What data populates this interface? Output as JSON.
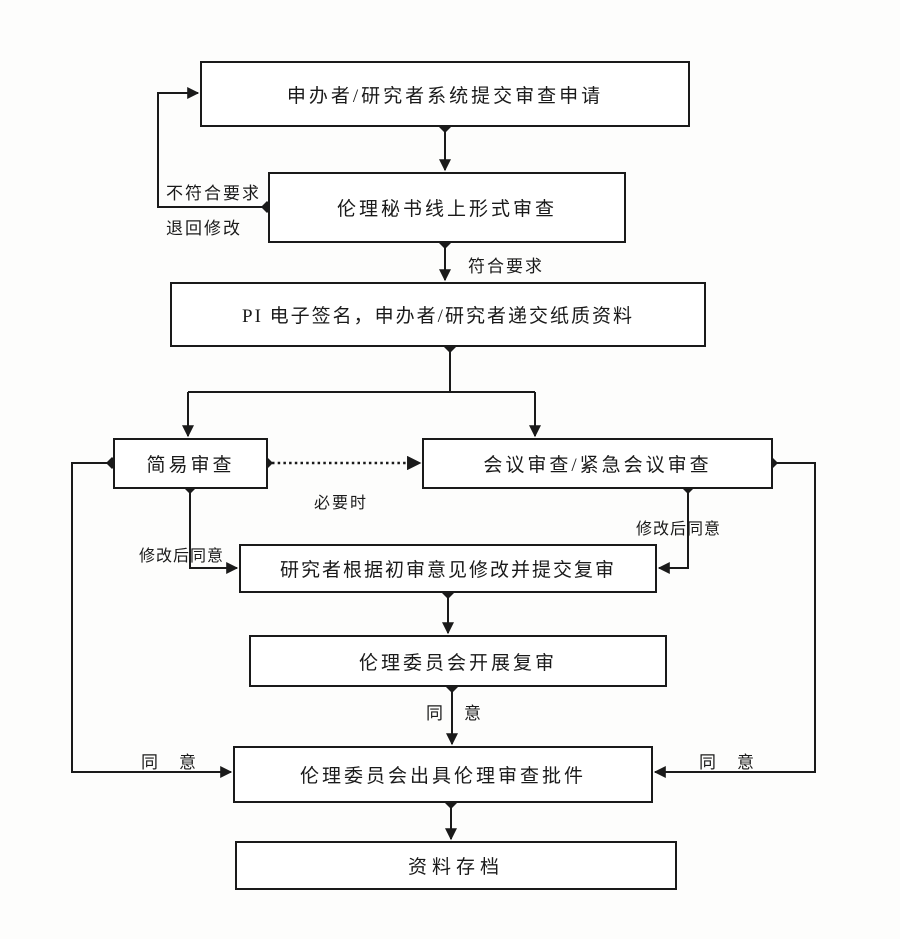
{
  "diagram": {
    "type": "flowchart",
    "language": "zh-CN",
    "nodes": [
      {
        "id": "submit-application",
        "label": "申办者/研究者系统提交审查申请"
      },
      {
        "id": "secretary-review",
        "label": "伦理秘书线上形式审查"
      },
      {
        "id": "pi-signature",
        "label": "PI 电子签名，申办者/研究者递交纸质资料"
      },
      {
        "id": "simple-review",
        "label": "简易审查"
      },
      {
        "id": "meeting-review",
        "label": "会议审查/紧急会议审查"
      },
      {
        "id": "resubmit-revision",
        "label": "研究者根据初审意见修改并提交复审"
      },
      {
        "id": "committee-rereview",
        "label": "伦理委员会开展复审"
      },
      {
        "id": "issue-approval",
        "label": "伦理委员会出具伦理审查批件"
      },
      {
        "id": "archive",
        "label": "资料存档"
      }
    ],
    "edge_labels": {
      "not_meet_requirements": "不符合要求",
      "return_for_modification": "退回修改",
      "meet_requirements": "符合要求",
      "when_necessary": "必要时",
      "agree_after_modification_left": "修改后同意",
      "agree_after_modification_right": "修改后同意",
      "agree_center": "同　意",
      "agree_left": "同　意",
      "agree_right": "同　意"
    },
    "colors": {
      "line": "#1a1a1a",
      "box_background": "#ffffff",
      "page_background": "#fdfdfc"
    }
  }
}
